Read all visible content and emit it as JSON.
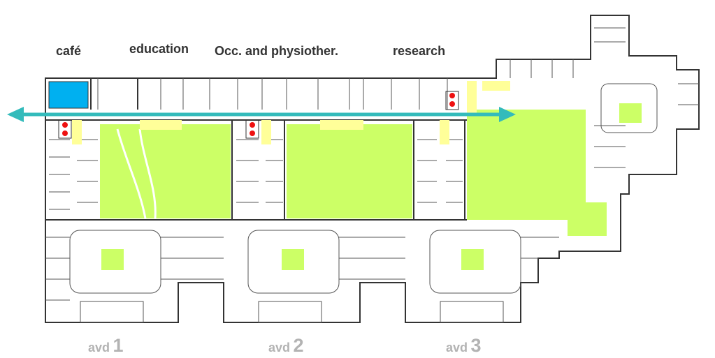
{
  "labels": {
    "cafe": "café",
    "education": "education",
    "occ": "Occ. and physiother.",
    "research": "research"
  },
  "wings": [
    {
      "prefix": "avd",
      "number": "1"
    },
    {
      "prefix": "avd",
      "number": "2"
    },
    {
      "prefix": "avd",
      "number": "3"
    }
  ],
  "colors": {
    "courtyard": "#ccff66",
    "corridor_highlight": "#ffff99",
    "cafe_area": "#00b0f0",
    "corridor_arrow": "#33bbbb",
    "markers": "#ee1111",
    "walls": "#333333",
    "wing_label": "#b3b3b3"
  },
  "icons": [
    "double-arrow-icon",
    "red-dot-marker-icon"
  ]
}
